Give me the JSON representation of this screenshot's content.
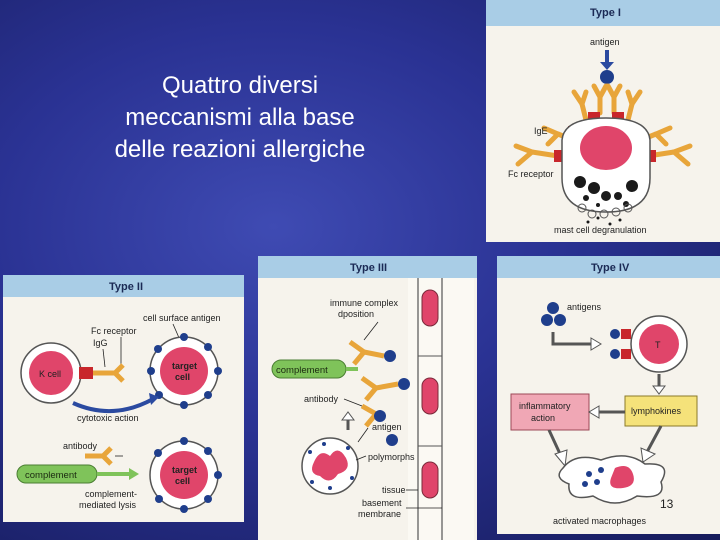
{
  "slide": {
    "title_lines": [
      "Quattro diversi",
      "meccanismi alla base",
      "delle reazioni allergiche"
    ],
    "page_number": "13"
  },
  "type1": {
    "header": "Type I",
    "antigen": "antigen",
    "ige": "IgE",
    "fc_receptor": "Fc receptor",
    "degranulation": "mast cell degranulation"
  },
  "type2": {
    "header": "Type II",
    "cell_surface_antigen": "cell surface antigen",
    "fc_receptor": "Fc receptor",
    "igg": "IgG",
    "k_cell": "K cell",
    "target_cell_line1": "target",
    "target_cell_line2": "cell",
    "cytotoxic_action": "cytotoxic action",
    "antibody": "antibody",
    "complement": "complement",
    "complement_lysis_line1": "complement-",
    "complement_lysis_line2": "mediated lysis"
  },
  "type3": {
    "header": "Type III",
    "immune_complex_line1": "immune complex",
    "immune_complex_line2": "dposition",
    "complement": "complement",
    "antibody": "antibody",
    "antigen": "antigen",
    "polymorphs": "polymorphs",
    "tissue": "tissue",
    "basement_line1": "basement",
    "basement_line2": "membrane"
  },
  "type4": {
    "header": "Type IV",
    "antigens": "antigens",
    "t_cell": "T",
    "inflammatory_line1": "inflammatory",
    "inflammatory_line2": "action",
    "lymphokines": "lymphokines",
    "activated_macrophages": "activated macrophages"
  },
  "colors": {
    "background": "#2a3293",
    "panel": "#f6f3ec",
    "panel_header": "#a9cde6",
    "cell_pink": "#e0456a",
    "antibody_orange": "#e8a53a",
    "antigen_blue": "#1f3e8c",
    "receptor_red": "#c8262b",
    "complement_green": "#7fc35a",
    "inflammatory_pink": "#f0a7b5",
    "lymphokines_yellow": "#f5e27a"
  }
}
